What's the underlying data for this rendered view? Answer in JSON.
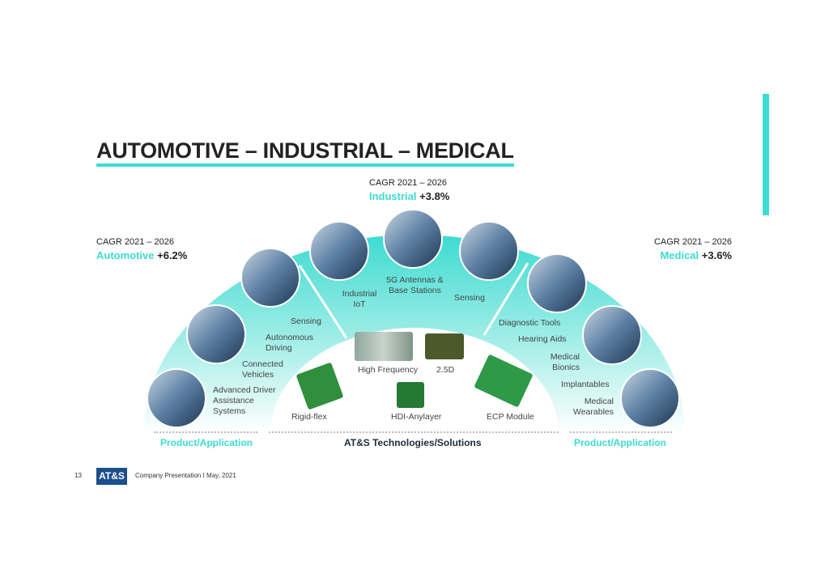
{
  "title": "AUTOMOTIVE – INDUSTRIAL – MEDICAL",
  "cagr": {
    "industrial": {
      "period": "CAGR 2021 – 2026",
      "segment": "Industrial",
      "value": "+3.8%"
    },
    "automotive": {
      "period": "CAGR 2021 – 2026",
      "segment": "Automotive",
      "value": "+6.2%"
    },
    "medical": {
      "period": "CAGR 2021 – 2026",
      "segment": "Medical",
      "value": "+3.6%"
    }
  },
  "automotive_apps": [
    "Sensing",
    "Autonomous Driving",
    "Connected Vehicles",
    "Advanced Driver Assistance Systems"
  ],
  "industrial_apps": [
    "Industrial IoT",
    "5G Antennas & Base Stations",
    "Sensing"
  ],
  "medical_apps": [
    "Diagnostic Tools",
    "Hearing Aids",
    "Medical Bionics",
    "Implantables",
    "Medical Wearables"
  ],
  "technologies": [
    "High Frequency",
    "2.5D",
    "Rigid-flex",
    "HDI-Anylayer",
    "ECP Module"
  ],
  "footer_labels": {
    "left": "Product/Application",
    "center": "AT&S Technologies/Solutions",
    "right": "Product/Application"
  },
  "page": {
    "number": "13",
    "logo": "AT&S",
    "caption": "Company Presentation I  May, 2021"
  },
  "colors": {
    "accent": "#3ddbd0",
    "logo": "#1a4f8c"
  }
}
